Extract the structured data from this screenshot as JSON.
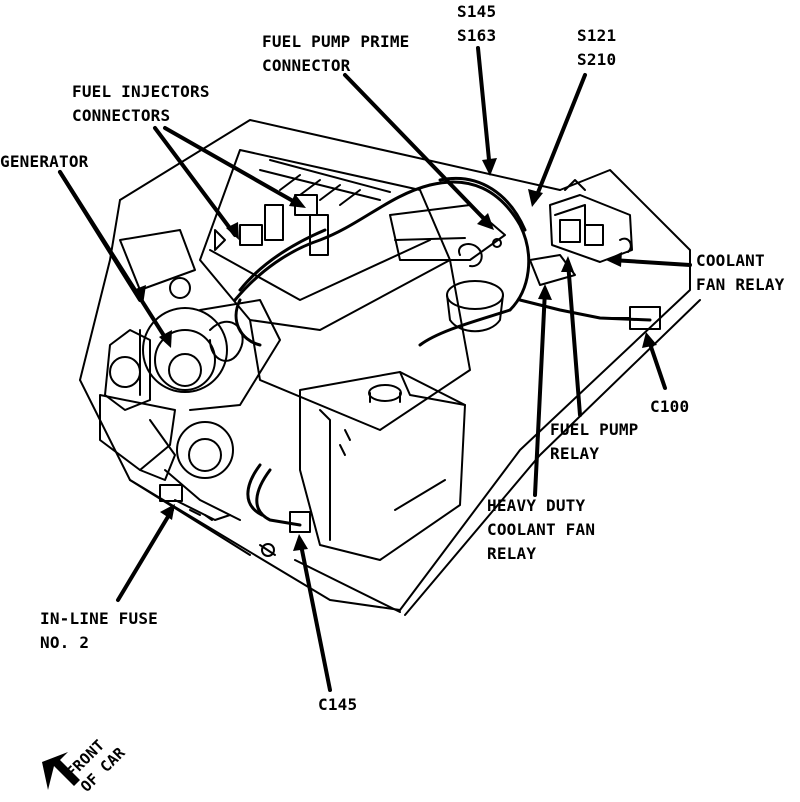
{
  "labels": {
    "s145_s163": [
      "S145",
      "S163"
    ],
    "s121_s210": [
      "S121",
      "S210"
    ],
    "fuel_pump_prime": [
      "FUEL PUMP PRIME",
      "CONNECTOR"
    ],
    "fuel_injectors": [
      "FUEL INJECTORS",
      "CONNECTORS"
    ],
    "generator": [
      "GENERATOR"
    ],
    "coolant_fan_relay": [
      "COOLANT",
      "FAN RELAY"
    ],
    "c100": [
      "C100"
    ],
    "fuel_pump_relay": [
      "FUEL PUMP",
      "RELAY"
    ],
    "heavy_duty": [
      "HEAVY DUTY",
      "COOLANT FAN",
      "RELAY"
    ],
    "inline_fuse": [
      "IN-LINE FUSE",
      "NO. 2"
    ],
    "c145": [
      "C145"
    ],
    "front_of_car": [
      "FRONT",
      "OF CAR"
    ]
  },
  "colors": {
    "ink": "#000000",
    "paper": "#ffffff"
  }
}
